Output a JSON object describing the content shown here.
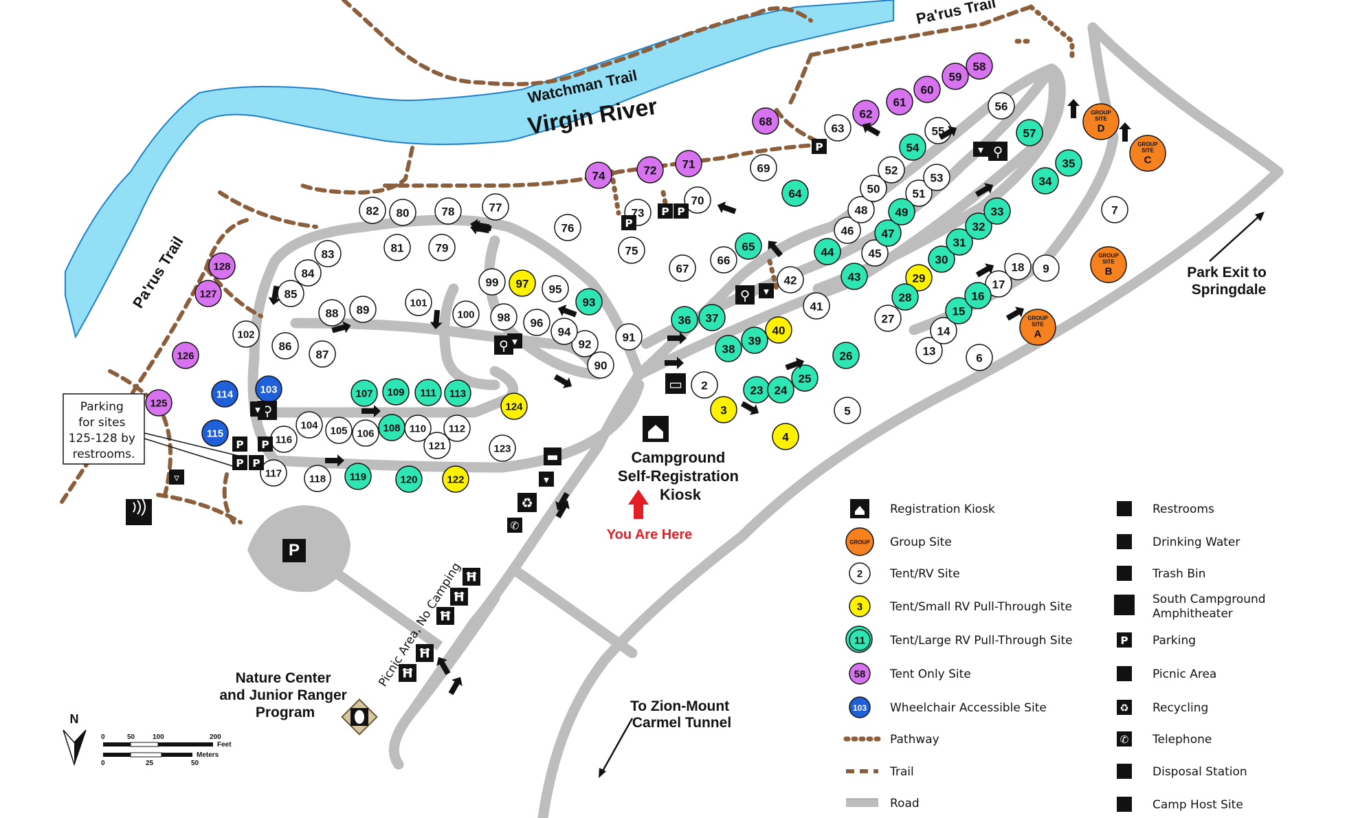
{
  "labels": {
    "river": "Virgin River",
    "watchman": "Watchman Trail",
    "parus_top": "Pa'rus Trail",
    "parus_left": "Pa'rus Trail",
    "parking_note": [
      "Parking",
      "for sites",
      "125-128 by",
      "restrooms."
    ],
    "kiosk": [
      "Campground",
      "Self-Registration",
      "Kiosk"
    ],
    "you_are_here": "You Are Here",
    "park_exit": [
      "Park Exit to",
      "Springdale"
    ],
    "tunnel": [
      "To Zion-Mount",
      "Carmel Tunnel"
    ],
    "nature_center": [
      "Nature Center",
      "and Junior Ranger",
      "Program"
    ],
    "picnic_area": "Picnic Area, No Camping",
    "north": "N",
    "scale_feet": [
      "0",
      "50",
      "100",
      "200",
      "Feet"
    ],
    "scale_meters": [
      "0",
      "25",
      "50",
      "Meters"
    ],
    "group_word": "GROUP",
    "site_word": "SITE"
  },
  "colors": {
    "river": "#93dff6",
    "road": "#c8c8c8",
    "trail": "#8b5e3c",
    "tent_rv": "#ffffff",
    "small_rv": "#fff200",
    "large_rv": "#2ee6b3",
    "tent_only": "#d873ef",
    "accessible": "#1f5fd8",
    "group": "#f5821f",
    "you_are_here": "#e21f26"
  },
  "sites": {
    "tent_rv": [
      "2",
      "5",
      "6",
      "7",
      "9",
      "13",
      "14",
      "17",
      "18",
      "27",
      "41",
      "42",
      "45",
      "46",
      "48",
      "50",
      "51",
      "52",
      "53",
      "55",
      "56",
      "63",
      "66",
      "67",
      "69",
      "70",
      "73",
      "75",
      "76",
      "77",
      "78",
      "79",
      "80",
      "81",
      "82",
      "83",
      "84",
      "85",
      "86",
      "87",
      "88",
      "89",
      "90",
      "91",
      "92",
      "94",
      "95",
      "96",
      "98",
      "99",
      "100",
      "101",
      "102",
      "104",
      "105",
      "106",
      "110",
      "112",
      "116",
      "117",
      "118",
      "121",
      "123"
    ],
    "small_rv": [
      "3",
      "4",
      "29",
      "40",
      "97",
      "122",
      "124"
    ],
    "large_rv": [
      "11",
      "15",
      "16",
      "23",
      "24",
      "25",
      "26",
      "28",
      "30",
      "31",
      "32",
      "33",
      "34",
      "35",
      "36",
      "37",
      "38",
      "39",
      "43",
      "44",
      "47",
      "49",
      "54",
      "57",
      "64",
      "65",
      "93",
      "107",
      "108",
      "109",
      "111",
      "113",
      "119",
      "120"
    ],
    "tent_only": [
      "58",
      "59",
      "60",
      "61",
      "62",
      "68",
      "71",
      "72",
      "74",
      "125",
      "126",
      "127",
      "128"
    ],
    "accessible": [
      "103",
      "114",
      "115"
    ],
    "group": [
      "A",
      "B",
      "C",
      "D"
    ]
  },
  "legend_left": [
    {
      "icon": "registration-kiosk-icon",
      "label": "Registration Kiosk"
    },
    {
      "icon": "group-site-icon",
      "label": "Group Site",
      "sample": "GROUP"
    },
    {
      "icon": "tent-rv-site-icon",
      "label": "Tent/RV Site",
      "sample": "2"
    },
    {
      "icon": "small-rv-site-icon",
      "label": "Tent/Small RV Pull-Through Site",
      "sample": "3"
    },
    {
      "icon": "large-rv-site-icon",
      "label": "Tent/Large RV Pull-Through Site",
      "sample": "11"
    },
    {
      "icon": "tent-only-site-icon",
      "label": "Tent Only Site",
      "sample": "58"
    },
    {
      "icon": "wheelchair-site-icon",
      "label": "Wheelchair Accessible Site",
      "sample": "103"
    },
    {
      "icon": "pathway-line-icon",
      "label": "Pathway"
    },
    {
      "icon": "trail-line-icon",
      "label": "Trail"
    },
    {
      "icon": "road-line-icon",
      "label": "Road"
    }
  ],
  "legend_right": [
    {
      "icon": "restrooms-icon",
      "label": "Restrooms"
    },
    {
      "icon": "drinking-water-icon",
      "label": "Drinking Water"
    },
    {
      "icon": "trash-bin-icon",
      "label": "Trash Bin"
    },
    {
      "icon": "amphitheater-icon",
      "label": "South Campground",
      "label2": "Amphitheater"
    },
    {
      "icon": "parking-icon",
      "label": "Parking",
      "sample": "P"
    },
    {
      "icon": "picnic-area-icon",
      "label": "Picnic Area"
    },
    {
      "icon": "recycling-icon",
      "label": "Recycling",
      "sample": "♻"
    },
    {
      "icon": "telephone-icon",
      "label": "Telephone",
      "sample": "✆"
    },
    {
      "icon": "disposal-station-icon",
      "label": "Disposal Station"
    },
    {
      "icon": "camp-host-icon",
      "label": "Camp Host Site"
    }
  ],
  "parking_letter": "P"
}
